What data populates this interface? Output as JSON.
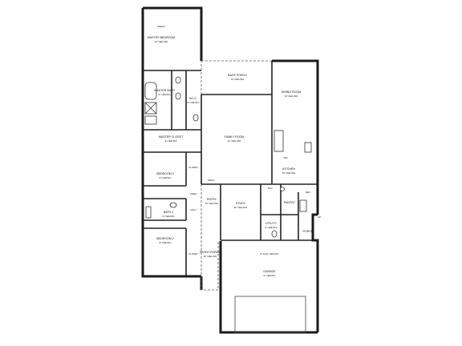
{
  "rooms": [
    {
      "id": "master-bedroom",
      "name": "MASTER BEDROOM",
      "ceiling": "10' CEILING"
    },
    {
      "id": "master-bath",
      "name": "MASTER BATH",
      "ceiling": "9' CEILING"
    },
    {
      "id": "master-closet",
      "name": "MASTER CLOSET",
      "ceiling": "9' CEILING"
    },
    {
      "id": "wic",
      "name": "W.I.C.",
      "ceiling": "9' CEILING"
    },
    {
      "id": "back-porch",
      "name": "BACK PORCH",
      "ceiling": "10' CEILING"
    },
    {
      "id": "family-room",
      "name": "FAMILY ROOM",
      "ceiling": "12' CEILING"
    },
    {
      "id": "dining-room",
      "name": "DINING ROOM",
      "ceiling": "10' CEILING"
    },
    {
      "id": "kitchen",
      "name": "KITCHEN",
      "ceiling": "10' CEILING"
    },
    {
      "id": "bedroom-3",
      "name": "BEDROOM 3",
      "ceiling": "9' CEILING"
    },
    {
      "id": "bath-2",
      "name": "BATH 2",
      "ceiling": "9' CEILING"
    },
    {
      "id": "bedroom-2",
      "name": "BEDROOM 2",
      "ceiling": "9' CEILING"
    },
    {
      "id": "entry",
      "name": "ENTRY",
      "ceiling": "12' CEILING"
    },
    {
      "id": "study",
      "name": "STUDY",
      "ceiling": "10' CEILING"
    },
    {
      "id": "utility",
      "name": "UTILITY",
      "ceiling": "9' CEILING"
    },
    {
      "id": "pantry",
      "name": "PANTRY",
      "ceiling": ""
    },
    {
      "id": "porch",
      "name": "PORCH",
      "ceiling": ""
    },
    {
      "id": "front-porch",
      "name": "FRONT PORCH",
      "ceiling": "10' CEILING"
    },
    {
      "id": "garage",
      "name": "GARAGE",
      "ceiling": "9' CEILING"
    }
  ],
  "small_labels": {
    "closet": "CLOSET",
    "shelf": "SHELF",
    "hall": "HALL",
    "linen": "LINEN",
    "wh": "W.H.",
    "ref": "REF",
    "dw": "DW",
    "flat_ceiling": "9' FLAT CEILING",
    "arch": "ARCH",
    "up": "UP"
  }
}
